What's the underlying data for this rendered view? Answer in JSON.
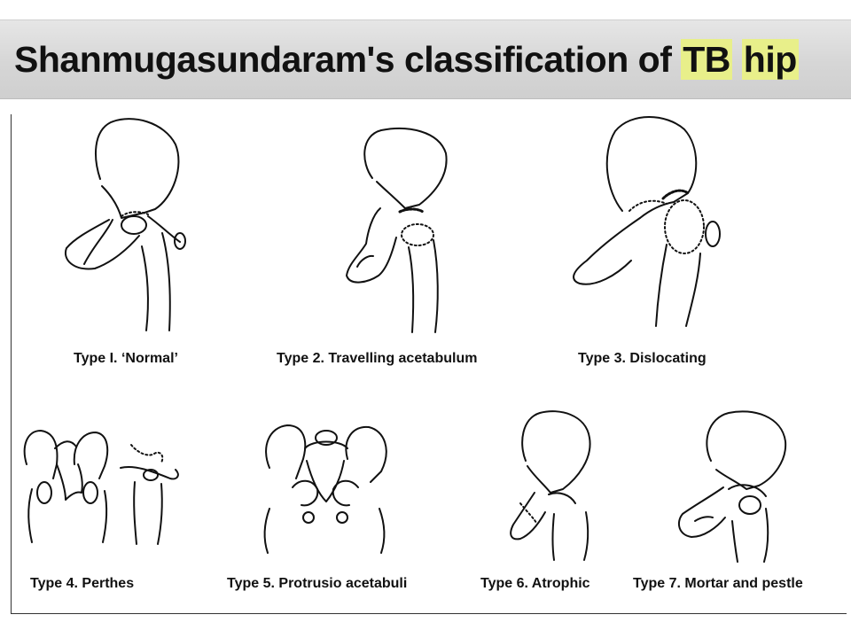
{
  "title": {
    "prefix": "Shanmugasundaram's classification of ",
    "highlight_1": "TB",
    "highlight_2": "hip"
  },
  "highlight_color": "#e8ef8a",
  "types": [
    {
      "label": "Type I. ‘Normal’"
    },
    {
      "label": "Type 2. Travelling acetabulum"
    },
    {
      "label": "Type 3. Dislocating"
    },
    {
      "label": "Type 4. Perthes"
    },
    {
      "label": "Type 5. Protrusio acetabuli"
    },
    {
      "label": "Type 6. Atrophic"
    },
    {
      "label": "Type 7. Mortar and pestle"
    }
  ]
}
